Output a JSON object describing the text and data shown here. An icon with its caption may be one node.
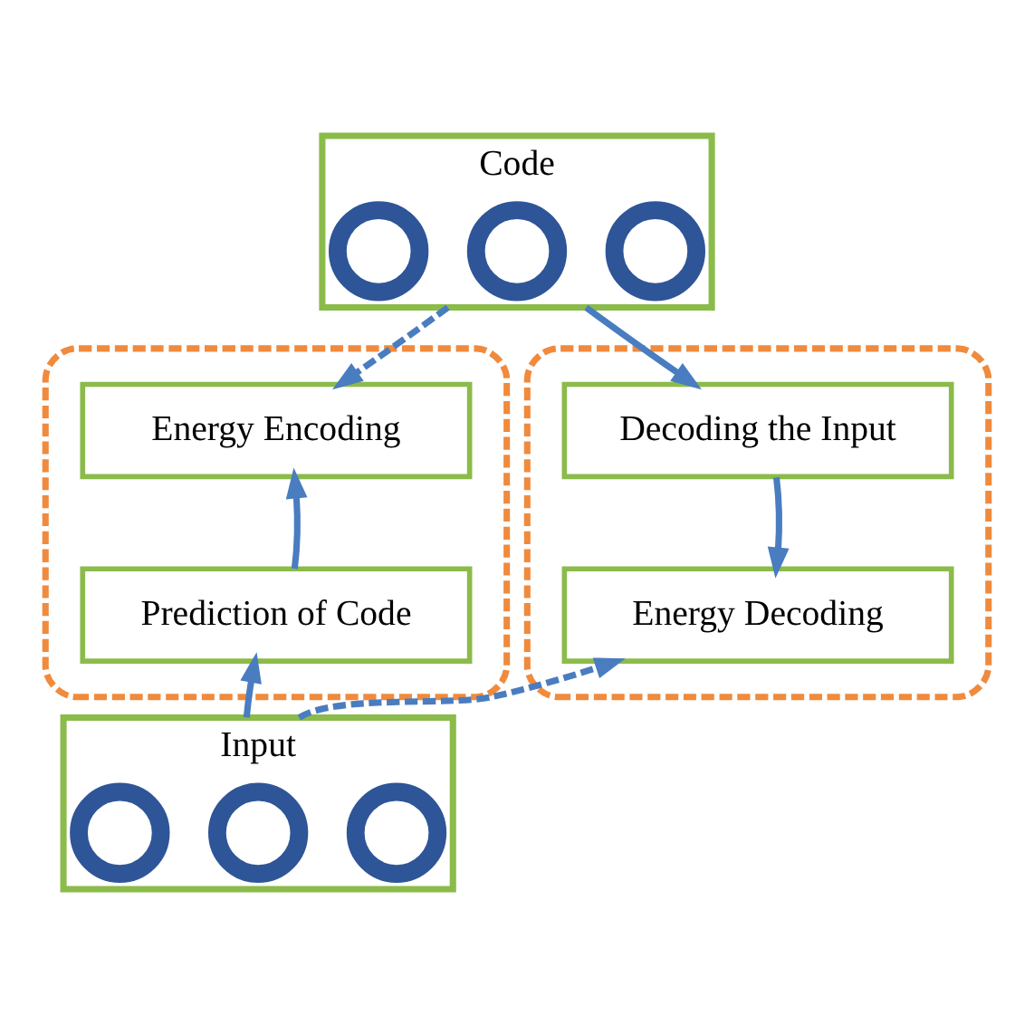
{
  "diagram": {
    "nodes": [
      {
        "text": [
          "Code"
        ]
      },
      {
        "text": [],
        "shape": "circle",
        "in": 0
      },
      {
        "text": [],
        "shape": "circle",
        "in": 0
      },
      {
        "text": [],
        "shape": "circle",
        "in": 0
      },
      {
        "text": [],
        "shape": "box"
      },
      {
        "text": [
          "Energy Encoding"
        ],
        "in": 4
      },
      {
        "text": [
          "Prediction of Code"
        ],
        "in": 4
      },
      {
        "text": [],
        "shape": "box"
      },
      {
        "text": [
          "Decoding the Input"
        ],
        "in": 7
      },
      {
        "text": [
          "Energy Decoding"
        ],
        "in": 7
      },
      {
        "text": [
          "Input"
        ]
      },
      {
        "text": [],
        "shape": "circle",
        "in": 10
      },
      {
        "text": [],
        "shape": "circle",
        "in": 10
      },
      {
        "text": [],
        "shape": "circle",
        "in": 10
      }
    ],
    "edges": [
      {
        "from": 0,
        "to": 5,
        "arrow": "to",
        "style": "dashed"
      },
      {
        "from": 0,
        "to": 8,
        "arrow": "to"
      },
      {
        "from": 6,
        "to": 5,
        "arrow": "to"
      },
      {
        "from": 8,
        "to": 9,
        "arrow": "to"
      },
      {
        "from": 10,
        "to": 6,
        "arrow": "to"
      },
      {
        "from": 10,
        "to": 9,
        "arrow": "to",
        "style": "dashed"
      }
    ]
  }
}
